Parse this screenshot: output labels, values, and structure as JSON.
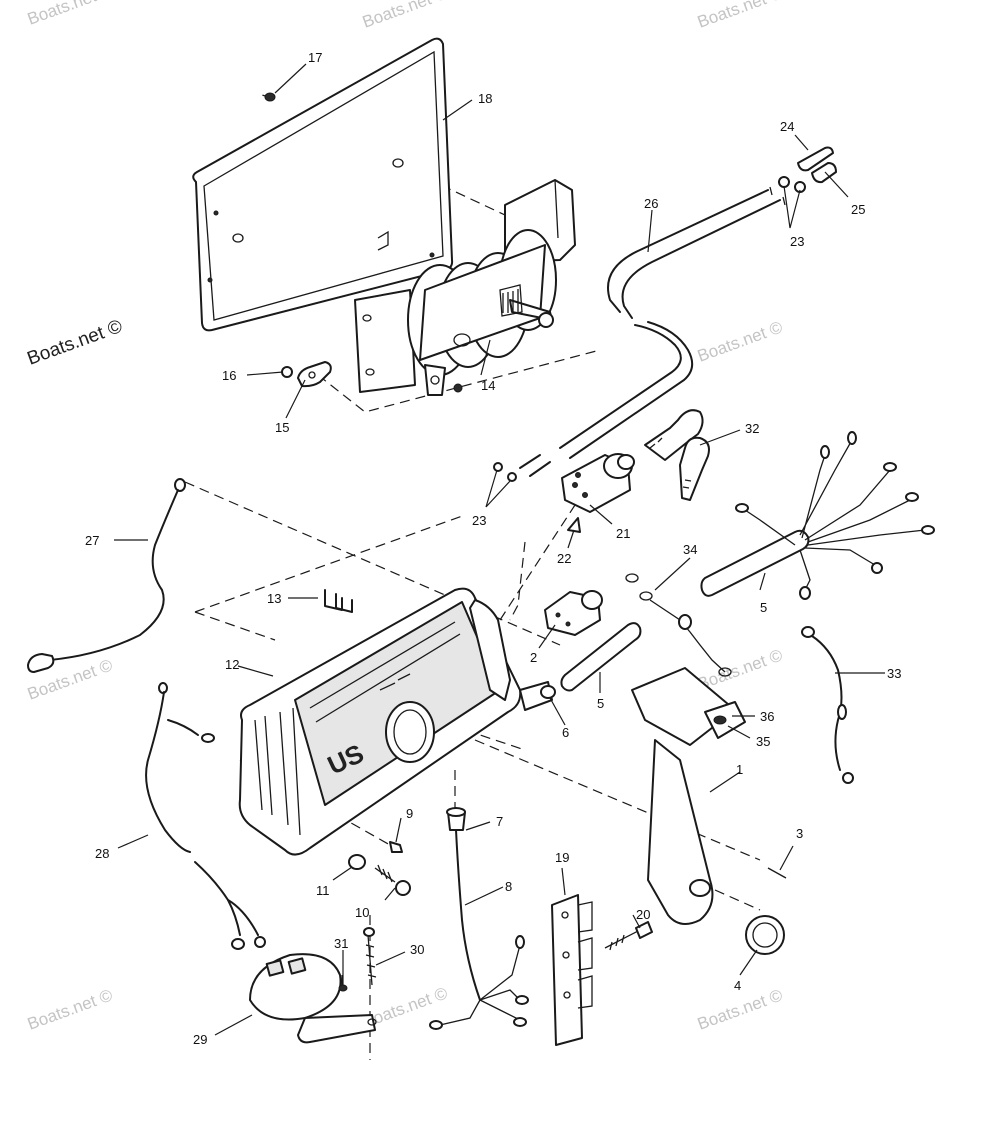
{
  "watermarks": {
    "text": "Boats.net ©",
    "visible_text": "Boats.net ©"
  },
  "emblem": "US",
  "labels": {
    "p1": "1",
    "p2": "2",
    "p3": "3",
    "p4": "4",
    "p5a": "5",
    "p5b": "5",
    "p6": "6",
    "p7": "7",
    "p8": "8",
    "p9": "9",
    "p10": "10",
    "p11": "11",
    "p12": "12",
    "p13": "13",
    "p14": "14",
    "p15": "15",
    "p16": "16",
    "p17": "17",
    "p18": "18",
    "p19": "19",
    "p20": "20",
    "p21": "21",
    "p22": "22",
    "p23a": "23",
    "p23b": "23",
    "p24": "24",
    "p25": "25",
    "p26": "26",
    "p27": "27",
    "p28": "28",
    "p29": "29",
    "p30": "30",
    "p31": "31",
    "p32": "32",
    "p33": "33",
    "p34": "34",
    "p35": "35",
    "p36": "36"
  }
}
